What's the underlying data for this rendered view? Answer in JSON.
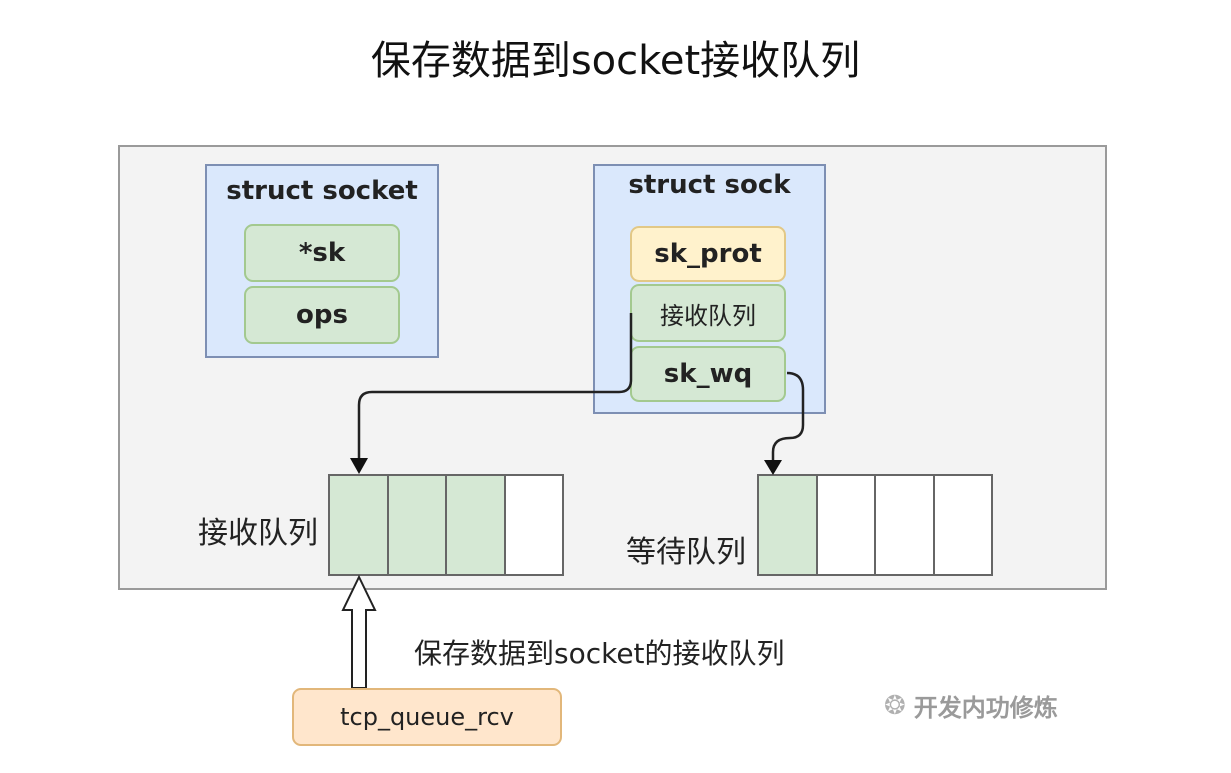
{
  "title": "保存数据到socket接收队列",
  "struct_socket": {
    "title": "struct socket",
    "fields": [
      "*sk",
      "ops"
    ]
  },
  "struct_sock": {
    "title": "struct sock",
    "fields": [
      "sk_prot",
      "接收队列",
      "sk_wq"
    ]
  },
  "receive_queue": {
    "label": "接收队列",
    "cells": [
      {
        "filled": true
      },
      {
        "filled": true
      },
      {
        "filled": true
      },
      {
        "filled": false
      }
    ]
  },
  "wait_queue": {
    "label": "等待队列",
    "cells": [
      {
        "filled": true
      },
      {
        "filled": false
      },
      {
        "filled": false
      },
      {
        "filled": false
      }
    ]
  },
  "annotation": "保存数据到socket的接收队列",
  "function_box": "tcp_queue_rcv",
  "watermark": "开发内功修炼",
  "colors": {
    "struct_bg": "#dae8fc",
    "field_green": "#d5e8d4",
    "field_yellow": "#fff2cc",
    "field_orange": "#ffe6cc",
    "frame_bg": "#f3f3f3"
  }
}
